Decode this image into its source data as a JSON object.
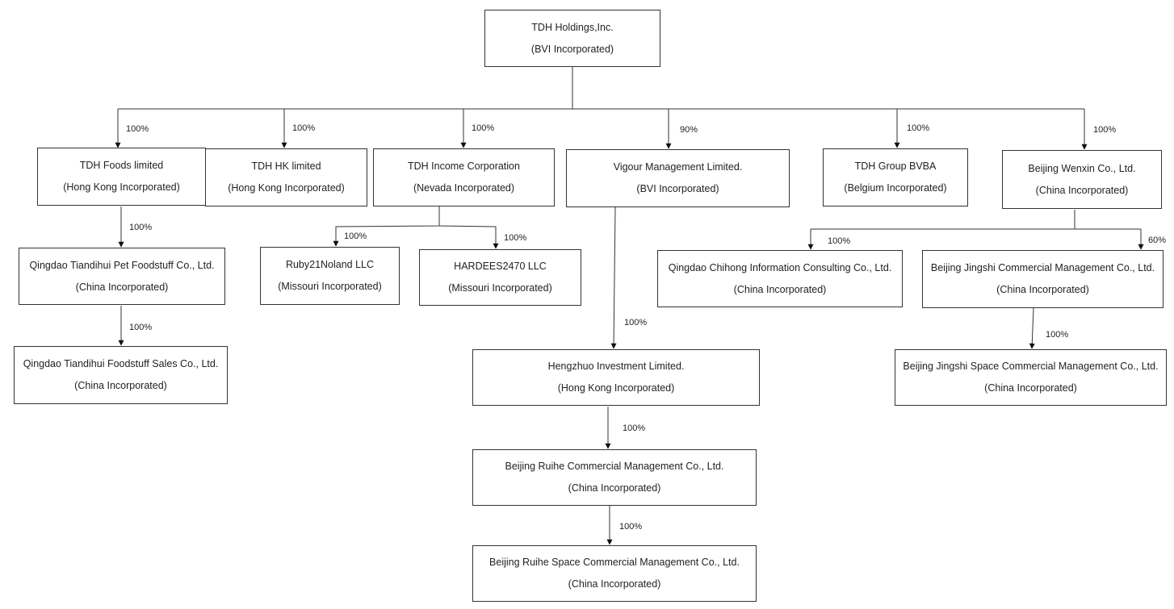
{
  "entities": [
    {
      "id": "tdh-holdings",
      "name": "TDH Holdings,Inc.",
      "inc": "(BVI Incorporated)"
    },
    {
      "id": "tdh-foods",
      "name": "TDH Foods limited",
      "inc": "(Hong Kong Incorporated)"
    },
    {
      "id": "tdh-hk",
      "name": "TDH HK limited",
      "inc": "(Hong Kong Incorporated)"
    },
    {
      "id": "tdh-income",
      "name": "TDH Income Corporation",
      "inc": "(Nevada Incorporated)"
    },
    {
      "id": "vigour",
      "name": "Vigour Management Limited.",
      "inc": "(BVI Incorporated)"
    },
    {
      "id": "tdh-group",
      "name": "TDH Group BVBA",
      "inc": "(Belgium Incorporated)"
    },
    {
      "id": "wenxin",
      "name": "Beijing Wenxin Co., Ltd.",
      "inc": "(China Incorporated)"
    },
    {
      "id": "tiandihui-pet",
      "name": "Qingdao Tiandihui Pet Foodstuff Co., Ltd.",
      "inc": "(China Incorporated)"
    },
    {
      "id": "tiandihui-sales",
      "name": "Qingdao Tiandihui Foodstuff Sales Co., Ltd.",
      "inc": "(China Incorporated)"
    },
    {
      "id": "ruby",
      "name": "Ruby21Noland LLC",
      "inc": "(Missouri Incorporated)"
    },
    {
      "id": "hardees",
      "name": "HARDEES2470 LLC",
      "inc": "(Missouri Incorporated)"
    },
    {
      "id": "hengzhuo",
      "name": "Hengzhuo Investment Limited.",
      "inc": "(Hong Kong Incorporated)"
    },
    {
      "id": "ruihe",
      "name": "Beijing Ruihe Commercial Management Co., Ltd.",
      "inc": "(China Incorporated)"
    },
    {
      "id": "ruihe-space",
      "name": "Beijing Ruihe Space Commercial Management Co., Ltd.",
      "inc": "(China Incorporated)"
    },
    {
      "id": "chihong",
      "name": "Qingdao Chihong Information Consulting Co., Ltd.",
      "inc": "(China Incorporated)"
    },
    {
      "id": "jingshi",
      "name": "Beijing Jingshi Commercial Management Co., Ltd.",
      "inc": "(China Incorporated)"
    },
    {
      "id": "jingshi-space",
      "name": "Beijing Jingshi Space Commercial Management Co., Ltd.",
      "inc": "(China Incorporated)"
    }
  ],
  "ownership": [
    {
      "from": "tdh-holdings",
      "to": "tdh-foods",
      "pct": "100%"
    },
    {
      "from": "tdh-holdings",
      "to": "tdh-hk",
      "pct": "100%"
    },
    {
      "from": "tdh-holdings",
      "to": "tdh-income",
      "pct": "100%"
    },
    {
      "from": "tdh-holdings",
      "to": "vigour",
      "pct": "90%"
    },
    {
      "from": "tdh-holdings",
      "to": "tdh-group",
      "pct": "100%"
    },
    {
      "from": "tdh-holdings",
      "to": "wenxin",
      "pct": "100%"
    },
    {
      "from": "tdh-foods",
      "to": "tiandihui-pet",
      "pct": "100%"
    },
    {
      "from": "tiandihui-pet",
      "to": "tiandihui-sales",
      "pct": "100%"
    },
    {
      "from": "tdh-income",
      "to": "ruby",
      "pct": "100%"
    },
    {
      "from": "tdh-income",
      "to": "hardees",
      "pct": "100%"
    },
    {
      "from": "vigour",
      "to": "hengzhuo",
      "pct": "100%"
    },
    {
      "from": "hengzhuo",
      "to": "ruihe",
      "pct": "100%"
    },
    {
      "from": "ruihe",
      "to": "ruihe-space",
      "pct": "100%"
    },
    {
      "from": "wenxin",
      "to": "chihong",
      "pct": "100%"
    },
    {
      "from": "wenxin",
      "to": "jingshi",
      "pct": "60%"
    },
    {
      "from": "jingshi",
      "to": "jingshi-space",
      "pct": "100%"
    }
  ]
}
